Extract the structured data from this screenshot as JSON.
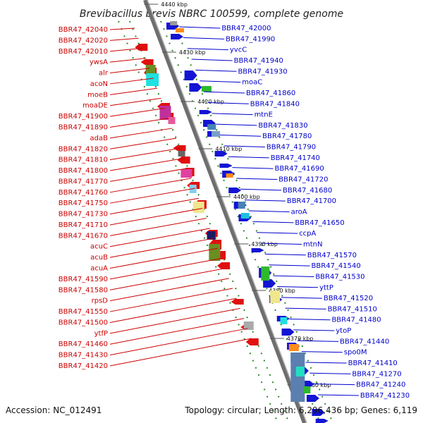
{
  "title": "Brevibacillus brevis NBRC 100599, complete genome",
  "footer": {
    "accession": "Accession: NC_012491",
    "stats": "Topology: circular; Length: 6,296,436 bp; Genes: 6,119"
  },
  "ticks": [
    "4440 kbp",
    "4430 kbp",
    "4420 kbp",
    "4410 kbp",
    "4400 kbp",
    "4390 kbp",
    "4380 kbp",
    "4370 kbp",
    "4360 kbp"
  ],
  "colors": {
    "reverse": "#cc0000",
    "forward": "#0000cc",
    "backbone": "#777777"
  },
  "left_labels": [
    "BBR47_42040",
    "BBR47_42020",
    "BBR47_42010",
    "ywsA",
    "alr",
    "acoN",
    "moeB",
    "moaDE",
    "BBR47_41900",
    "BBR47_41890",
    "adaB",
    "BBR47_41820",
    "BBR47_41810",
    "BBR47_41800",
    "BBR47_41770",
    "BBR47_41760",
    "BBR47_41750",
    "BBR47_41730",
    "BBR47_41710",
    "BBR47_41670",
    "acuC",
    "acuB",
    "acuA",
    "BBR47_41590",
    "BBR47_41580",
    "rpsD",
    "BBR47_41550",
    "BBR47_41500",
    "ytfP",
    "BBR47_41460",
    "BBR47_41430",
    "BBR47_41420"
  ],
  "right_labels": [
    "BBR47_42000",
    "BBR47_41990",
    "yvcC",
    "BBR47_41940",
    "BBR47_41930",
    "moaC",
    "BBR47_41860",
    "BBR47_41840",
    "mtnE",
    "BBR47_41830",
    "BBR47_41780",
    "BBR47_41790",
    "BBR47_41740",
    "BBR47_41690",
    "BBR47_41720",
    "BBR47_41680",
    "BBR47_41700",
    "aroA",
    "BBR47_41650",
    "ccpA",
    "mtnN",
    "BBR47_41570",
    "BBR47_41540",
    "BBR47_41530",
    "yttP",
    "BBR47_41520",
    "BBR47_41510",
    "BBR47_41480",
    "ytoP",
    "BBR47_41440",
    "spo0M",
    "BBR47_41410",
    "BBR47_41270",
    "BBR47_41240",
    "BBR47_41230"
  ]
}
